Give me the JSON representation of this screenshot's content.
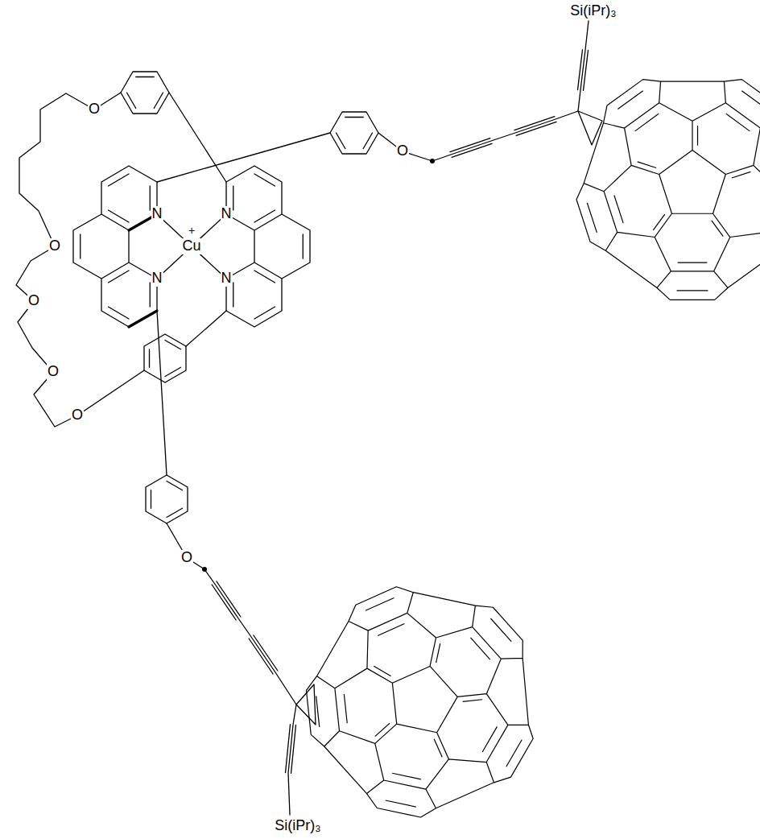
{
  "diagram": {
    "labels": [
      "Si(iPr)₃",
      "O",
      "O",
      "O",
      "+",
      "N",
      "Cu",
      "N",
      "O",
      "N",
      "N",
      "O",
      "O",
      "O",
      "Si(iPr)₃"
    ]
  }
}
